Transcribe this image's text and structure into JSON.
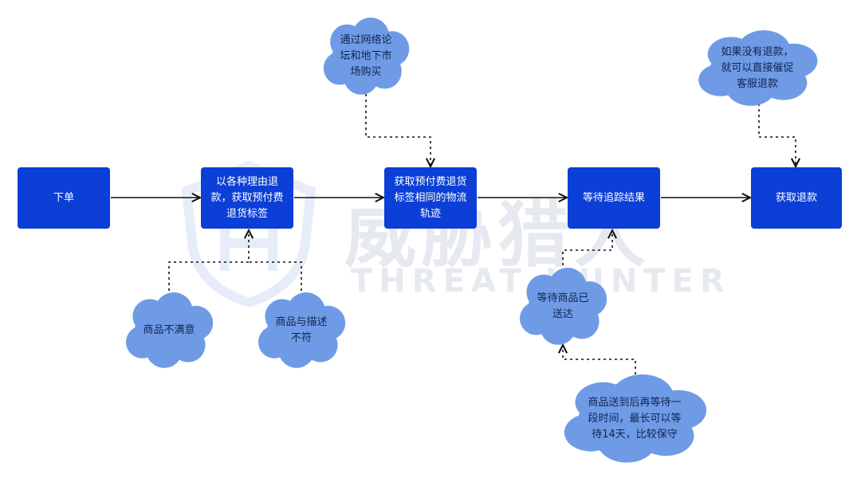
{
  "watermark": {
    "text_cn": "威胁猎人",
    "text_en": "THREAT HUNTER"
  },
  "colors": {
    "box_fill": "#0b3fd6",
    "box_text": "#ffffff",
    "cloud_fill": "#6f9be6",
    "cloud_text": "#10244f",
    "arrow": "#111111"
  },
  "steps": [
    {
      "id": "order",
      "label": "下单"
    },
    {
      "id": "refund-reason",
      "label": "以各种理由退\n款，获取预付费\n退货标签"
    },
    {
      "id": "tracking",
      "label": "获取预付费退货\n标签相同的物流\n轨迹"
    },
    {
      "id": "wait",
      "label": "等待追踪结果"
    },
    {
      "id": "refund",
      "label": "获取退款"
    }
  ],
  "clouds": [
    {
      "id": "forum",
      "label": "通过网络论\n坛和地下市\n场购买"
    },
    {
      "id": "unsatisfied",
      "label": "商品不满意"
    },
    {
      "id": "mismatch",
      "label": "商品与描述\n不符"
    },
    {
      "id": "delivered",
      "label": "等待商品已\n送达"
    },
    {
      "id": "wait14",
      "label": "商品送到后再等待一\n段时间，最长可以等\n待14天，比较保守"
    },
    {
      "id": "contact-cs",
      "label": "如果没有退款，\n就可以直接催促\n客服退款"
    }
  ]
}
